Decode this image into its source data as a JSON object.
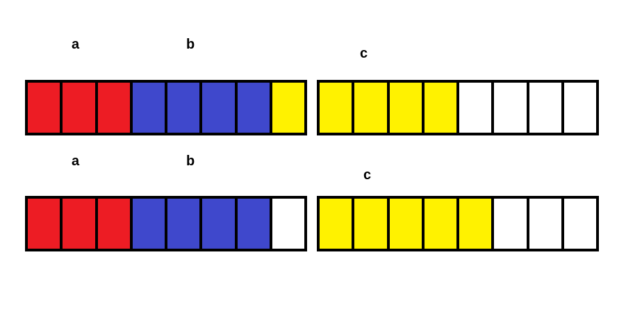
{
  "colors": {
    "red": "#ed1c24",
    "blue": "#3f48cc",
    "yellow": "#fff200",
    "white": "#ffffff",
    "outline": "#000000"
  },
  "rows": [
    {
      "labels": {
        "a": "a",
        "b": "b",
        "c": "c"
      },
      "left_bar": [
        "red",
        "red",
        "red",
        "blue",
        "blue",
        "blue",
        "blue",
        "yellow"
      ],
      "right_bar": [
        "yellow",
        "yellow",
        "yellow",
        "yellow",
        "white",
        "white",
        "white",
        "white"
      ]
    },
    {
      "labels": {
        "a": "a",
        "b": "b",
        "c": "c"
      },
      "left_bar": [
        "red",
        "red",
        "red",
        "blue",
        "blue",
        "blue",
        "blue",
        "white"
      ],
      "right_bar": [
        "yellow",
        "yellow",
        "yellow",
        "yellow",
        "yellow",
        "white",
        "white",
        "white"
      ]
    }
  ]
}
